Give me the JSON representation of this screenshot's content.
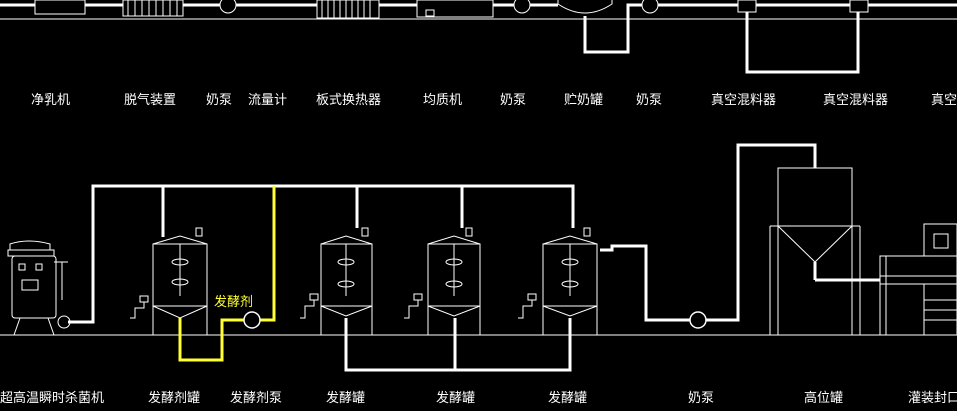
{
  "labels_top": [
    "净乳机",
    "脱气装置",
    "奶泵",
    "流量计",
    "板式换热器",
    "均质机",
    "奶泵",
    "贮奶罐",
    "奶泵",
    "真空混料器",
    "真空混料器",
    "真空"
  ],
  "labels_bottom": [
    "超高温瞬时杀菌机",
    "发酵剂罐",
    "发酵剂泵",
    "发酵罐",
    "发酵罐",
    "发酵罐",
    "奶泵",
    "高位罐",
    "灌装封口"
  ],
  "inline_label": "发酵剂",
  "colors": {
    "background": "#000000",
    "pipe": "#ffffff",
    "starter_line": "#ffff33",
    "equipment": "#ffffff",
    "text": "#ffffff"
  }
}
